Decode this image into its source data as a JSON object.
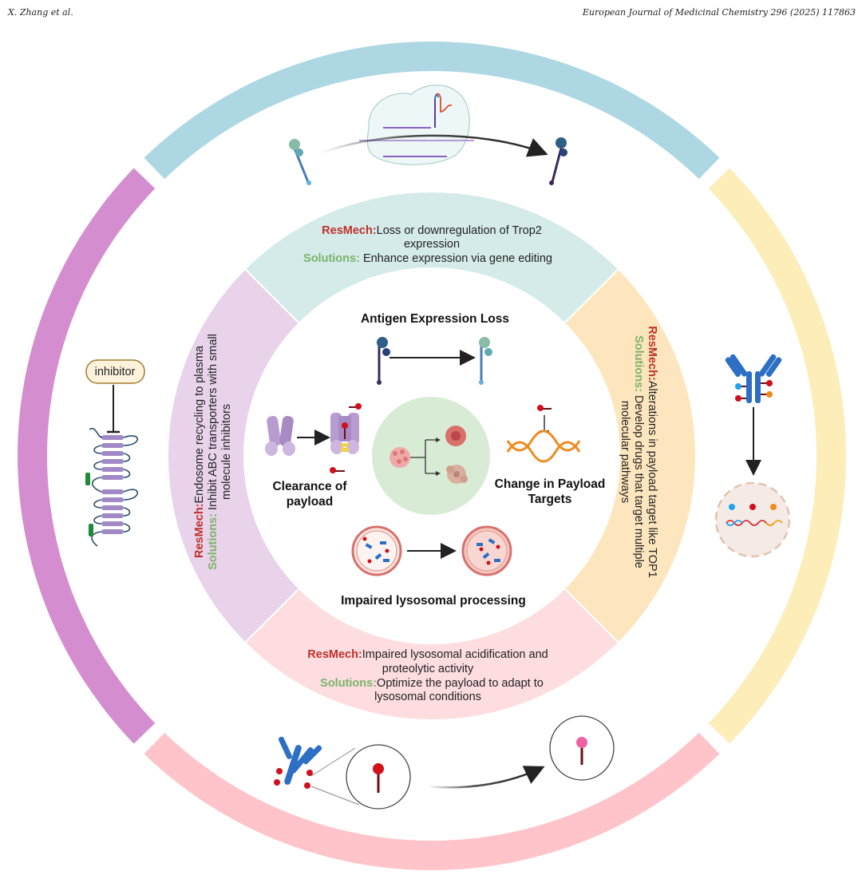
{
  "header": {
    "authors": "X. Zhang et al.",
    "journal": "European Journal of Medicinal Chemistry 296 (2025) 117863"
  },
  "colors": {
    "outer_top": "#add8e3",
    "outer_right": "#fdedb9",
    "outer_bottom": "#ffc4ca",
    "outer_left": "#d48ecf",
    "sector_top": "#d4ebe9",
    "sector_right": "#fde6bd",
    "sector_bottom": "#fddde0",
    "sector_left": "#e8d3ea",
    "center_circle": "#d8ebd4",
    "resmech": "#c0302a",
    "solutions": "#7cb36a"
  },
  "sectors": {
    "top": {
      "resmech_label": "ResMech:",
      "resmech_line1": "Loss or downregulation of Trop2",
      "resmech_line2": "expression",
      "solutions_label": "Solutions:",
      "solutions_text": " Enhance expression via gene editing"
    },
    "right": {
      "resmech_label": "ResMech:",
      "resmech_text": "Alterations in payload  target like TOP1",
      "solutions_label": "Solutions:",
      "solutions_line1": " Develop drugs that target multiple",
      "solutions_line2": "molecular pathways"
    },
    "bottom": {
      "resmech_label": "ResMech:",
      "resmech_line1": "Impaired lysosomal acidification and",
      "resmech_line2": "proteolytic activity",
      "solutions_label": "Solutions:",
      "solutions_line1": "Optimize the payload to adapt to",
      "solutions_line2": "lysosomal conditions"
    },
    "left": {
      "resmech_label": "ResMech:",
      "resmech_text": "Endosome recycling to plasma",
      "solutions_label": "Solutions:",
      "solutions_line1": " Inhibit ABC transporters with small",
      "solutions_line2": "molecule inhibitors"
    }
  },
  "center": {
    "antigen_title": "Antigen Expression Loss",
    "clearance_line1": "Clearance of",
    "clearance_line2": "payload",
    "payload_line1": "Change in Payload",
    "payload_line2": "Targets",
    "lysosome_title": "Impaired lysosomal processing"
  },
  "outer_icons": {
    "inhibitor_label": "inhibitor"
  }
}
